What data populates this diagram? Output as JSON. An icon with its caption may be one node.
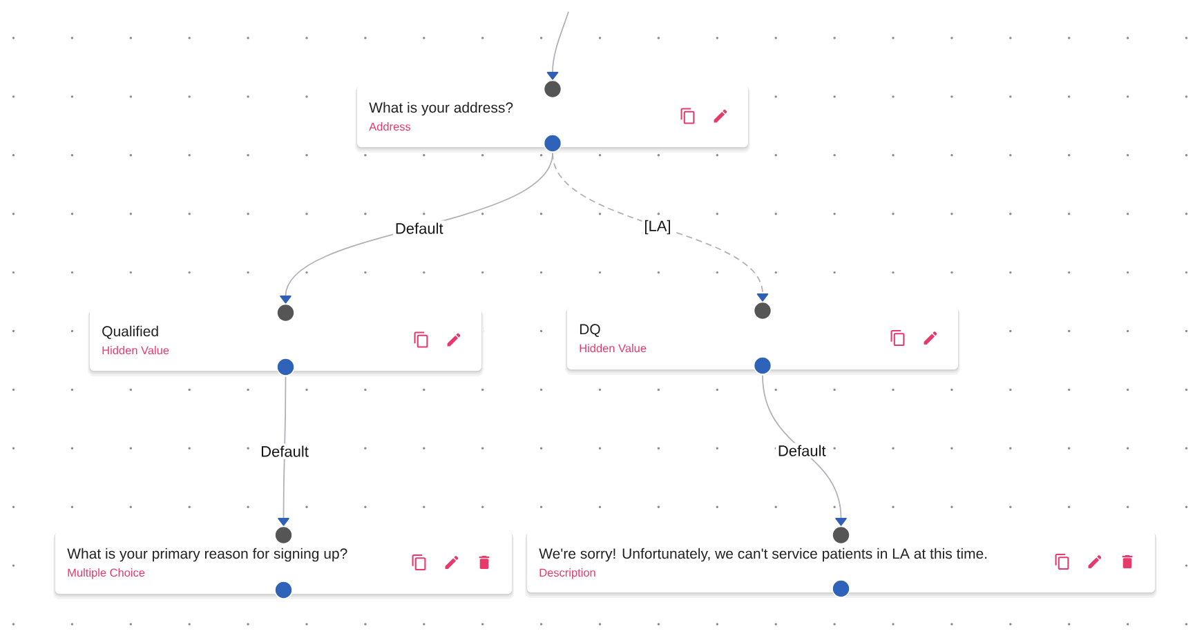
{
  "diagram": {
    "nodes": [
      {
        "text": [
          "What is your address?",
          "Address"
        ]
      },
      {
        "text": [
          "Qualified",
          "Hidden Value"
        ]
      },
      {
        "text": [
          "DQ",
          "Hidden Value"
        ]
      },
      {
        "text": [
          "What is your primary reason for signing up?",
          "Multiple Choice"
        ]
      },
      {
        "text": [
          "We're sorry! Unfortunately, we can't service patients in LA at this time.",
          "Description"
        ]
      }
    ],
    "edges": [
      {
        "from": null,
        "to": 0,
        "arrow": "to"
      },
      {
        "from": 0,
        "to": 1,
        "arrow": "to",
        "label": "Default"
      },
      {
        "from": 0,
        "to": 2,
        "arrow": "to",
        "label": "[LA]",
        "style": "dashed"
      },
      {
        "from": 1,
        "to": 3,
        "arrow": "to",
        "label": "Default"
      },
      {
        "from": 2,
        "to": 4,
        "arrow": "to",
        "label": "Default"
      }
    ]
  }
}
